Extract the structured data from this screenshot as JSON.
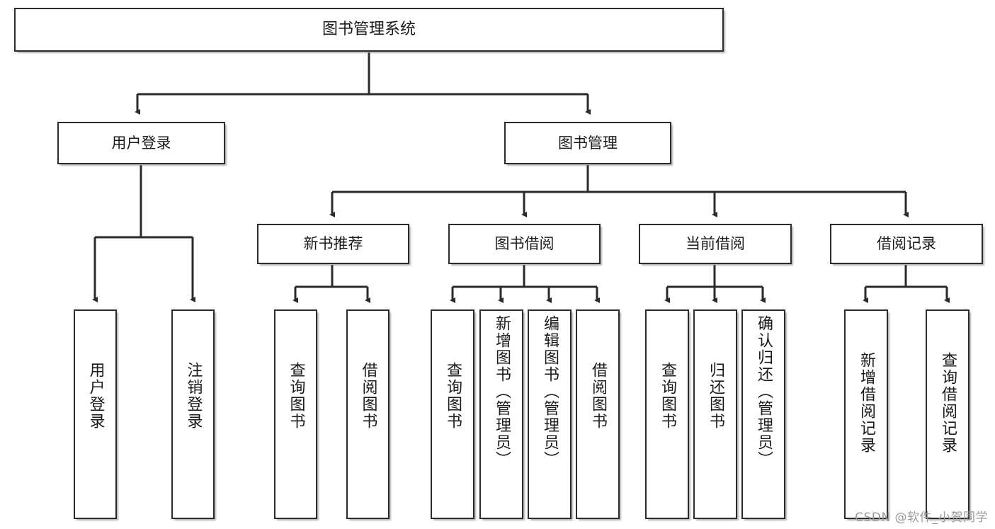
{
  "diagram": {
    "type": "tree",
    "title": "图书管理系统",
    "orientation": "top-down",
    "colors": {
      "box_border": "#2b2b2b",
      "box_fill": "#ffffff",
      "connector": "#2b2b2b",
      "text": "#1a1a1a",
      "watermark": "#9a9a9a"
    },
    "root": {
      "label": "图书管理系统"
    },
    "level2": [
      {
        "label": "用户登录"
      },
      {
        "label": "图书管理"
      }
    ],
    "level3": [
      {
        "label": "新书推荐"
      },
      {
        "label": "图书借阅"
      },
      {
        "label": "当前借阅"
      },
      {
        "label": "借阅记录"
      }
    ],
    "leaves": {
      "user_login": [
        {
          "label": "用户登录"
        },
        {
          "label": "注销登录"
        }
      ],
      "new_book": [
        {
          "label": "查询图书"
        },
        {
          "label": "借阅图书"
        }
      ],
      "book_borrow": [
        {
          "label": "查询图书"
        },
        {
          "label": "新增图书（管理员）"
        },
        {
          "label": "编辑图书（管理员）"
        },
        {
          "label": "借阅图书"
        }
      ],
      "current_borrow": [
        {
          "label": "查询图书"
        },
        {
          "label": "归还图书"
        },
        {
          "label": "确认归还（管理员）"
        }
      ],
      "borrow_record": [
        {
          "label": "新增借阅记录"
        },
        {
          "label": "查询借阅记录"
        }
      ]
    }
  },
  "watermark": {
    "text": "CSDN @软件_小贺同学"
  }
}
